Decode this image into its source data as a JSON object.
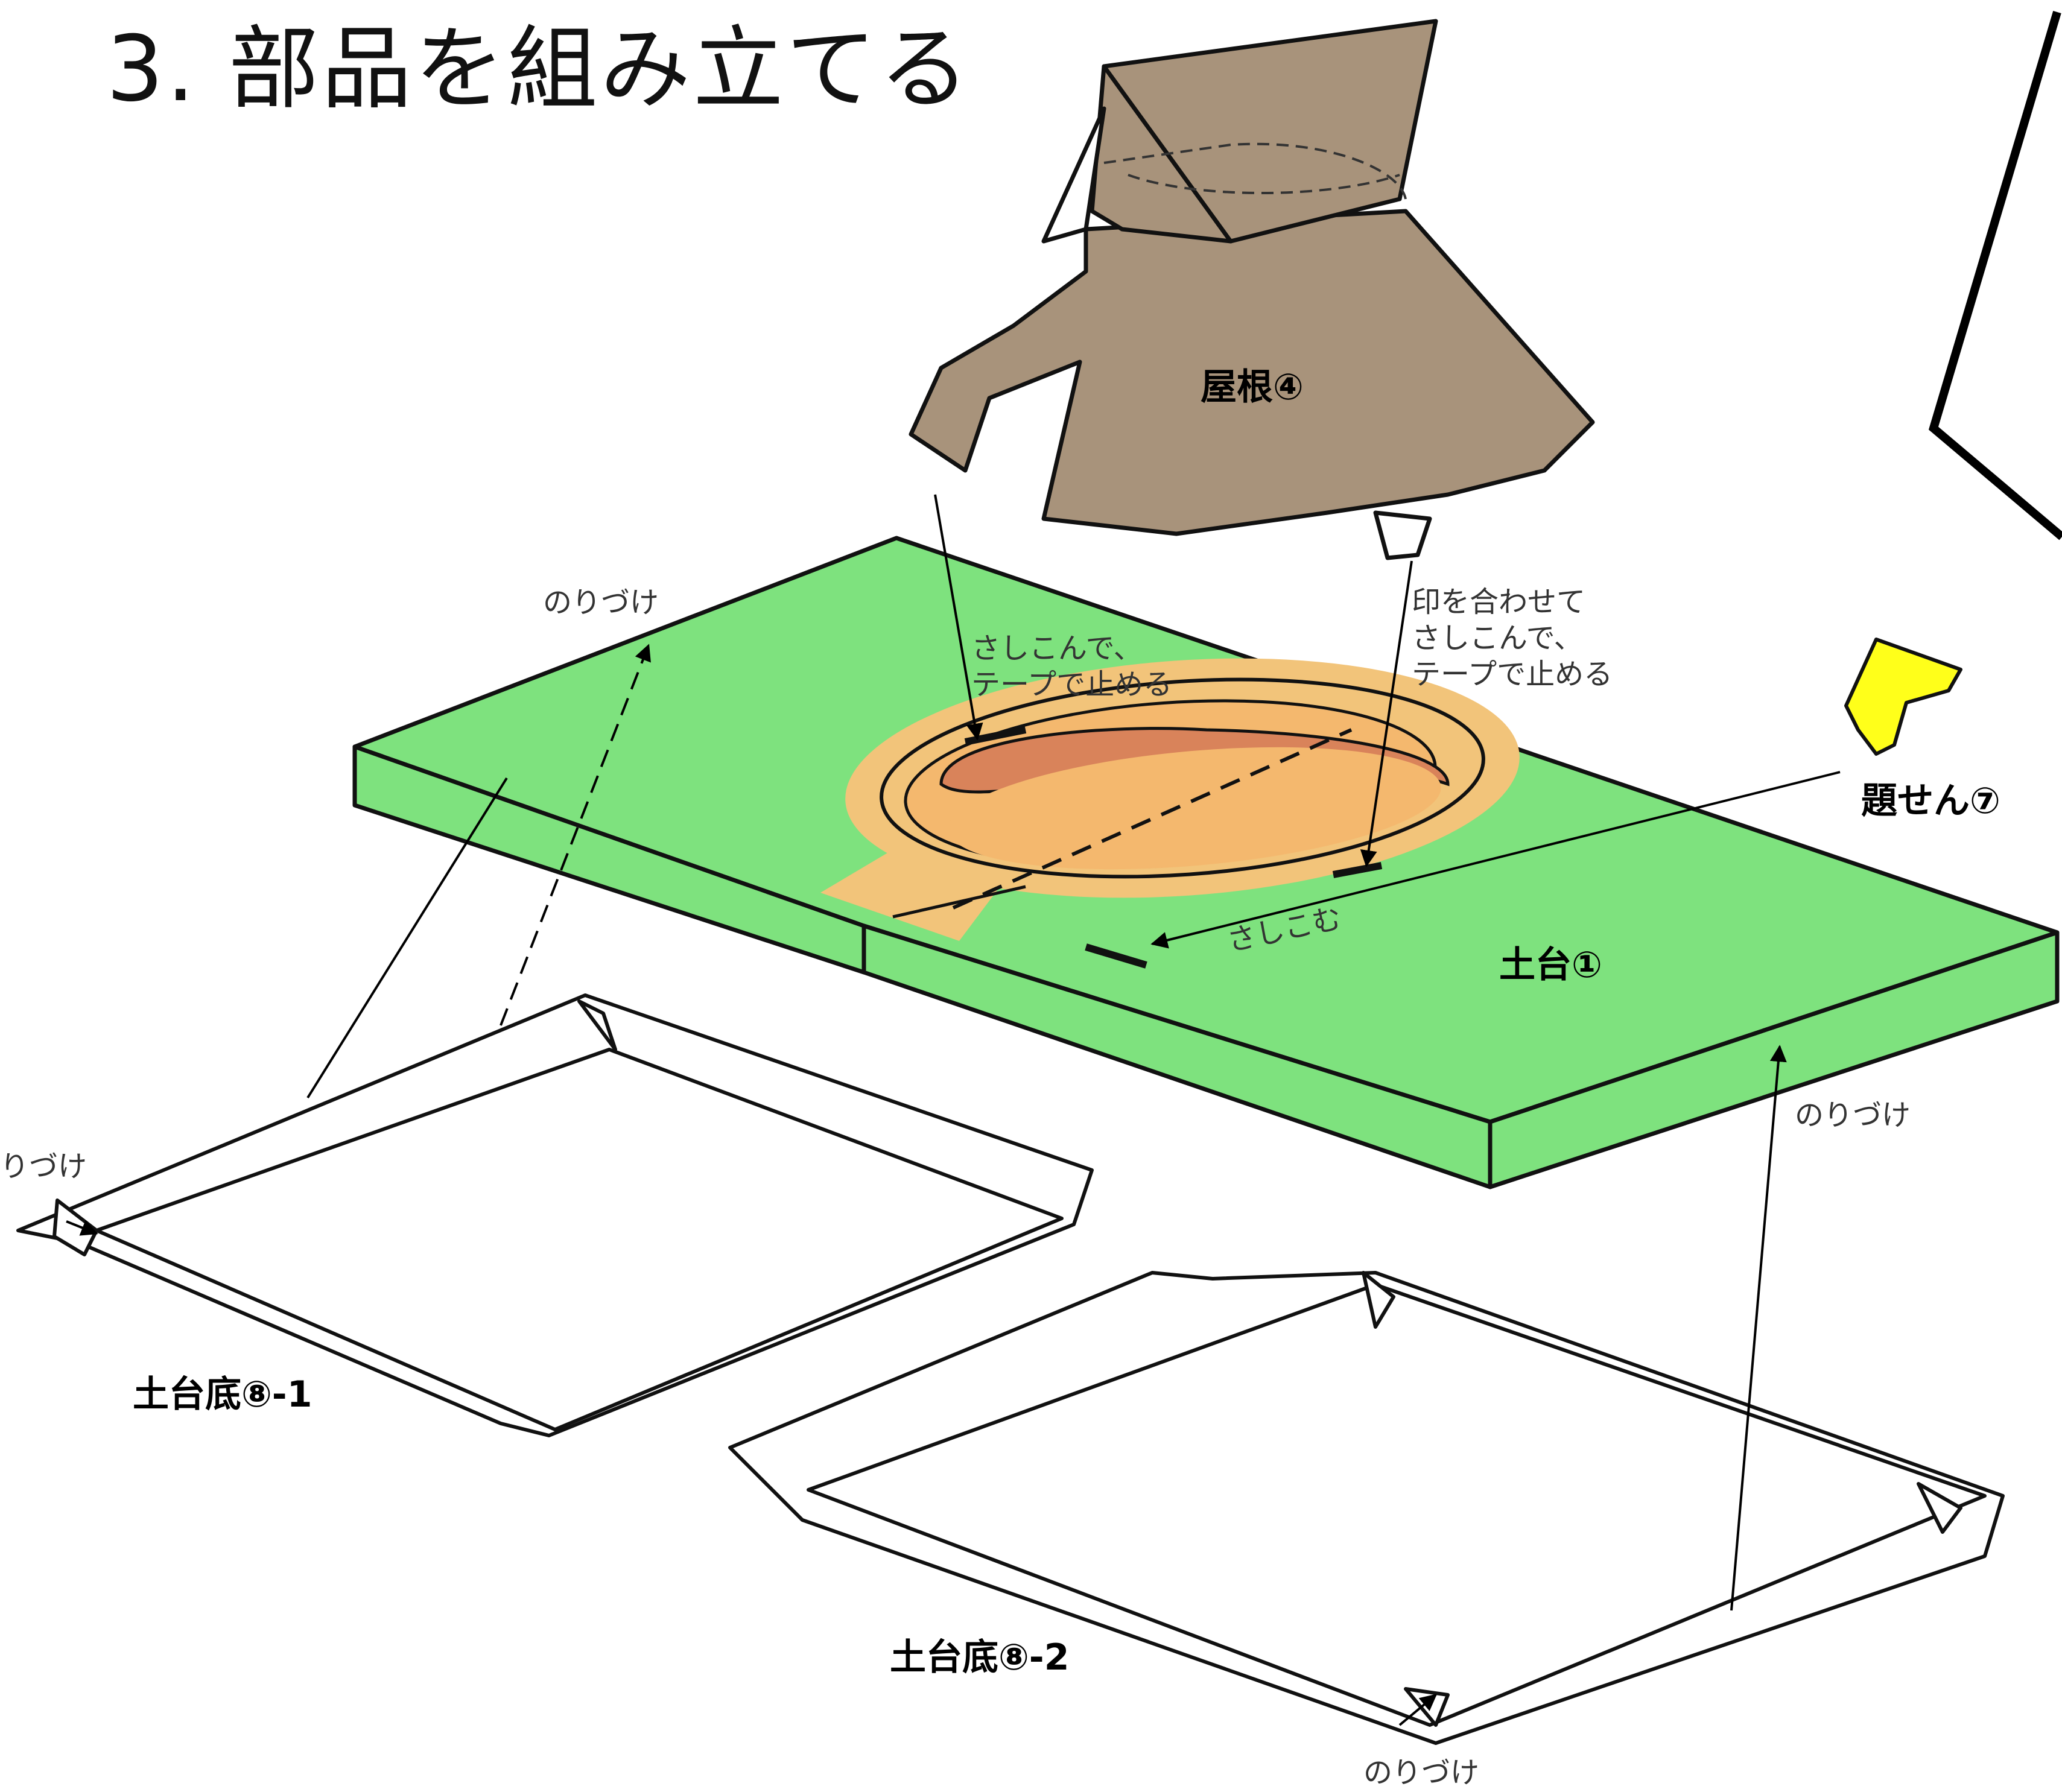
{
  "title": "3. 部品を組み立てる",
  "parts": {
    "roof": "屋根④",
    "base": "土台①",
    "title_strip": "題せん⑦",
    "bottom_1": "土台底⑧-1",
    "bottom_2": "土台底⑧-2"
  },
  "notes": {
    "glue": "のりづけ",
    "insert_tape": [
      "さしこんで、",
      "テープで止める"
    ],
    "align_insert_tape": [
      "印を合わせて",
      "さしこんで、",
      "テープで止める"
    ],
    "insert": "さしこむ"
  },
  "colors": {
    "base_green": "#7ee27e",
    "roof_brown": "#a8937b",
    "path_tan": "#f2c47a",
    "wall_brick": "#d9835a",
    "title_strip_yellow": "#ffff1a"
  }
}
